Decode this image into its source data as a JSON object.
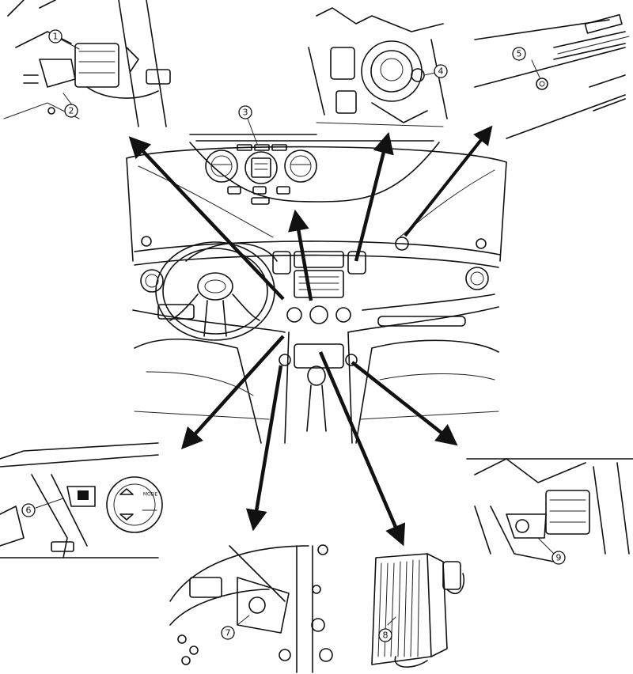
{
  "callouts": [
    {
      "id": "c1",
      "label": "1"
    },
    {
      "id": "c2",
      "label": "2"
    },
    {
      "id": "c3",
      "label": "3"
    },
    {
      "id": "c4",
      "label": "4"
    },
    {
      "id": "c5",
      "label": "5"
    },
    {
      "id": "c6",
      "label": "6"
    },
    {
      "id": "c7",
      "label": "7"
    },
    {
      "id": "c8",
      "label": "8"
    },
    {
      "id": "c9",
      "label": "9"
    }
  ],
  "control_panel": {
    "mode_label": "MODE",
    "side_label": "MODE"
  },
  "colors": {
    "line": "#111111",
    "background": "#ffffff"
  }
}
